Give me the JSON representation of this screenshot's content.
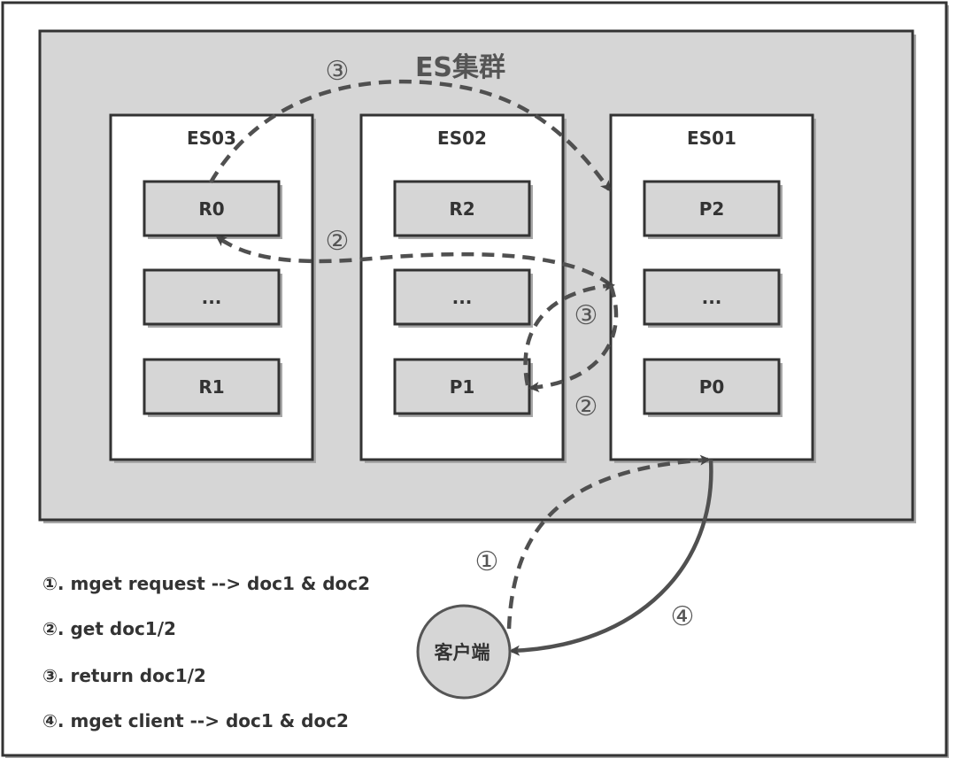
{
  "cluster": {
    "title": "ES集群",
    "nodes": [
      {
        "name": "ES03",
        "shards": [
          "R0",
          "...",
          "R1"
        ]
      },
      {
        "name": "ES02",
        "shards": [
          "R2",
          "...",
          "P1"
        ]
      },
      {
        "name": "ES01",
        "shards": [
          "P2",
          "...",
          "P0"
        ]
      }
    ]
  },
  "client": {
    "label": "客户端"
  },
  "step_markers": {
    "step1": "①",
    "step2_top": "②",
    "step2_bottom": "②",
    "step3_top": "③",
    "step3_mid": "③",
    "step4": "④"
  },
  "legend": [
    "①. mget request --> doc1 & doc2",
    "②. get doc1/2",
    "③. return doc1/2",
    "④. mget client --> doc1 & doc2"
  ],
  "colors": {
    "outline": "#333333",
    "cluster_fill": "#d6d6d6",
    "shard_fill": "#d6d6d6",
    "node_fill": "#ffffff",
    "arrow": "#505050",
    "shadow": "#a8a8a8"
  }
}
